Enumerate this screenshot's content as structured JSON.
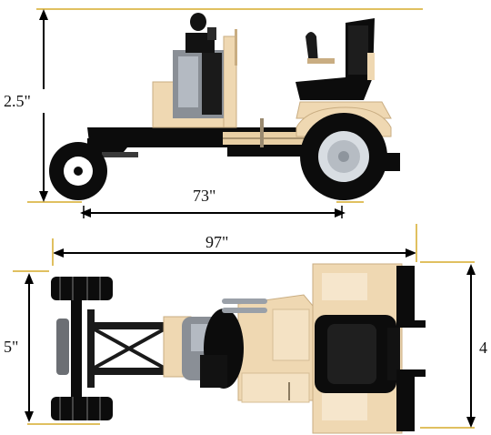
{
  "dimensions": {
    "side_height": "2.5\"",
    "wheelbase": "73\"",
    "overall_length": "97\"",
    "top_left_width": "5\"",
    "top_right_width": "4"
  },
  "colors": {
    "chassis": "#0c0c0c",
    "body_tan": "#efd8b2",
    "body_tan_dark": "#c9ad82",
    "engine_gray": "#8a8f96",
    "dimension_line": "#e0c060"
  }
}
